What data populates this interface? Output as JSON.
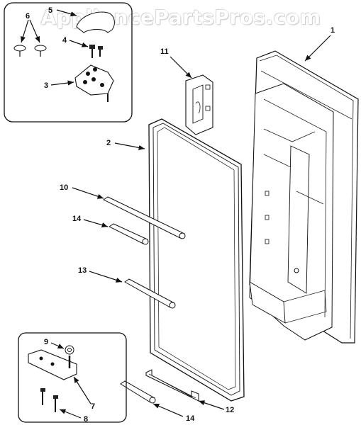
{
  "watermark": "AppliancePartsPros.com",
  "callouts": {
    "c1": "1",
    "c2": "2",
    "c3": "3",
    "c4": "4",
    "c5": "5",
    "c6": "6",
    "c8": "8",
    "c7": "7",
    "c9": "9",
    "c10": "10",
    "c11": "11",
    "c12": "12",
    "c13": "13",
    "c14a": "14",
    "c14b": "14"
  },
  "colors": {
    "line": "#111111",
    "part_fill": "#ffffff",
    "shade": "#d9d9d9"
  }
}
